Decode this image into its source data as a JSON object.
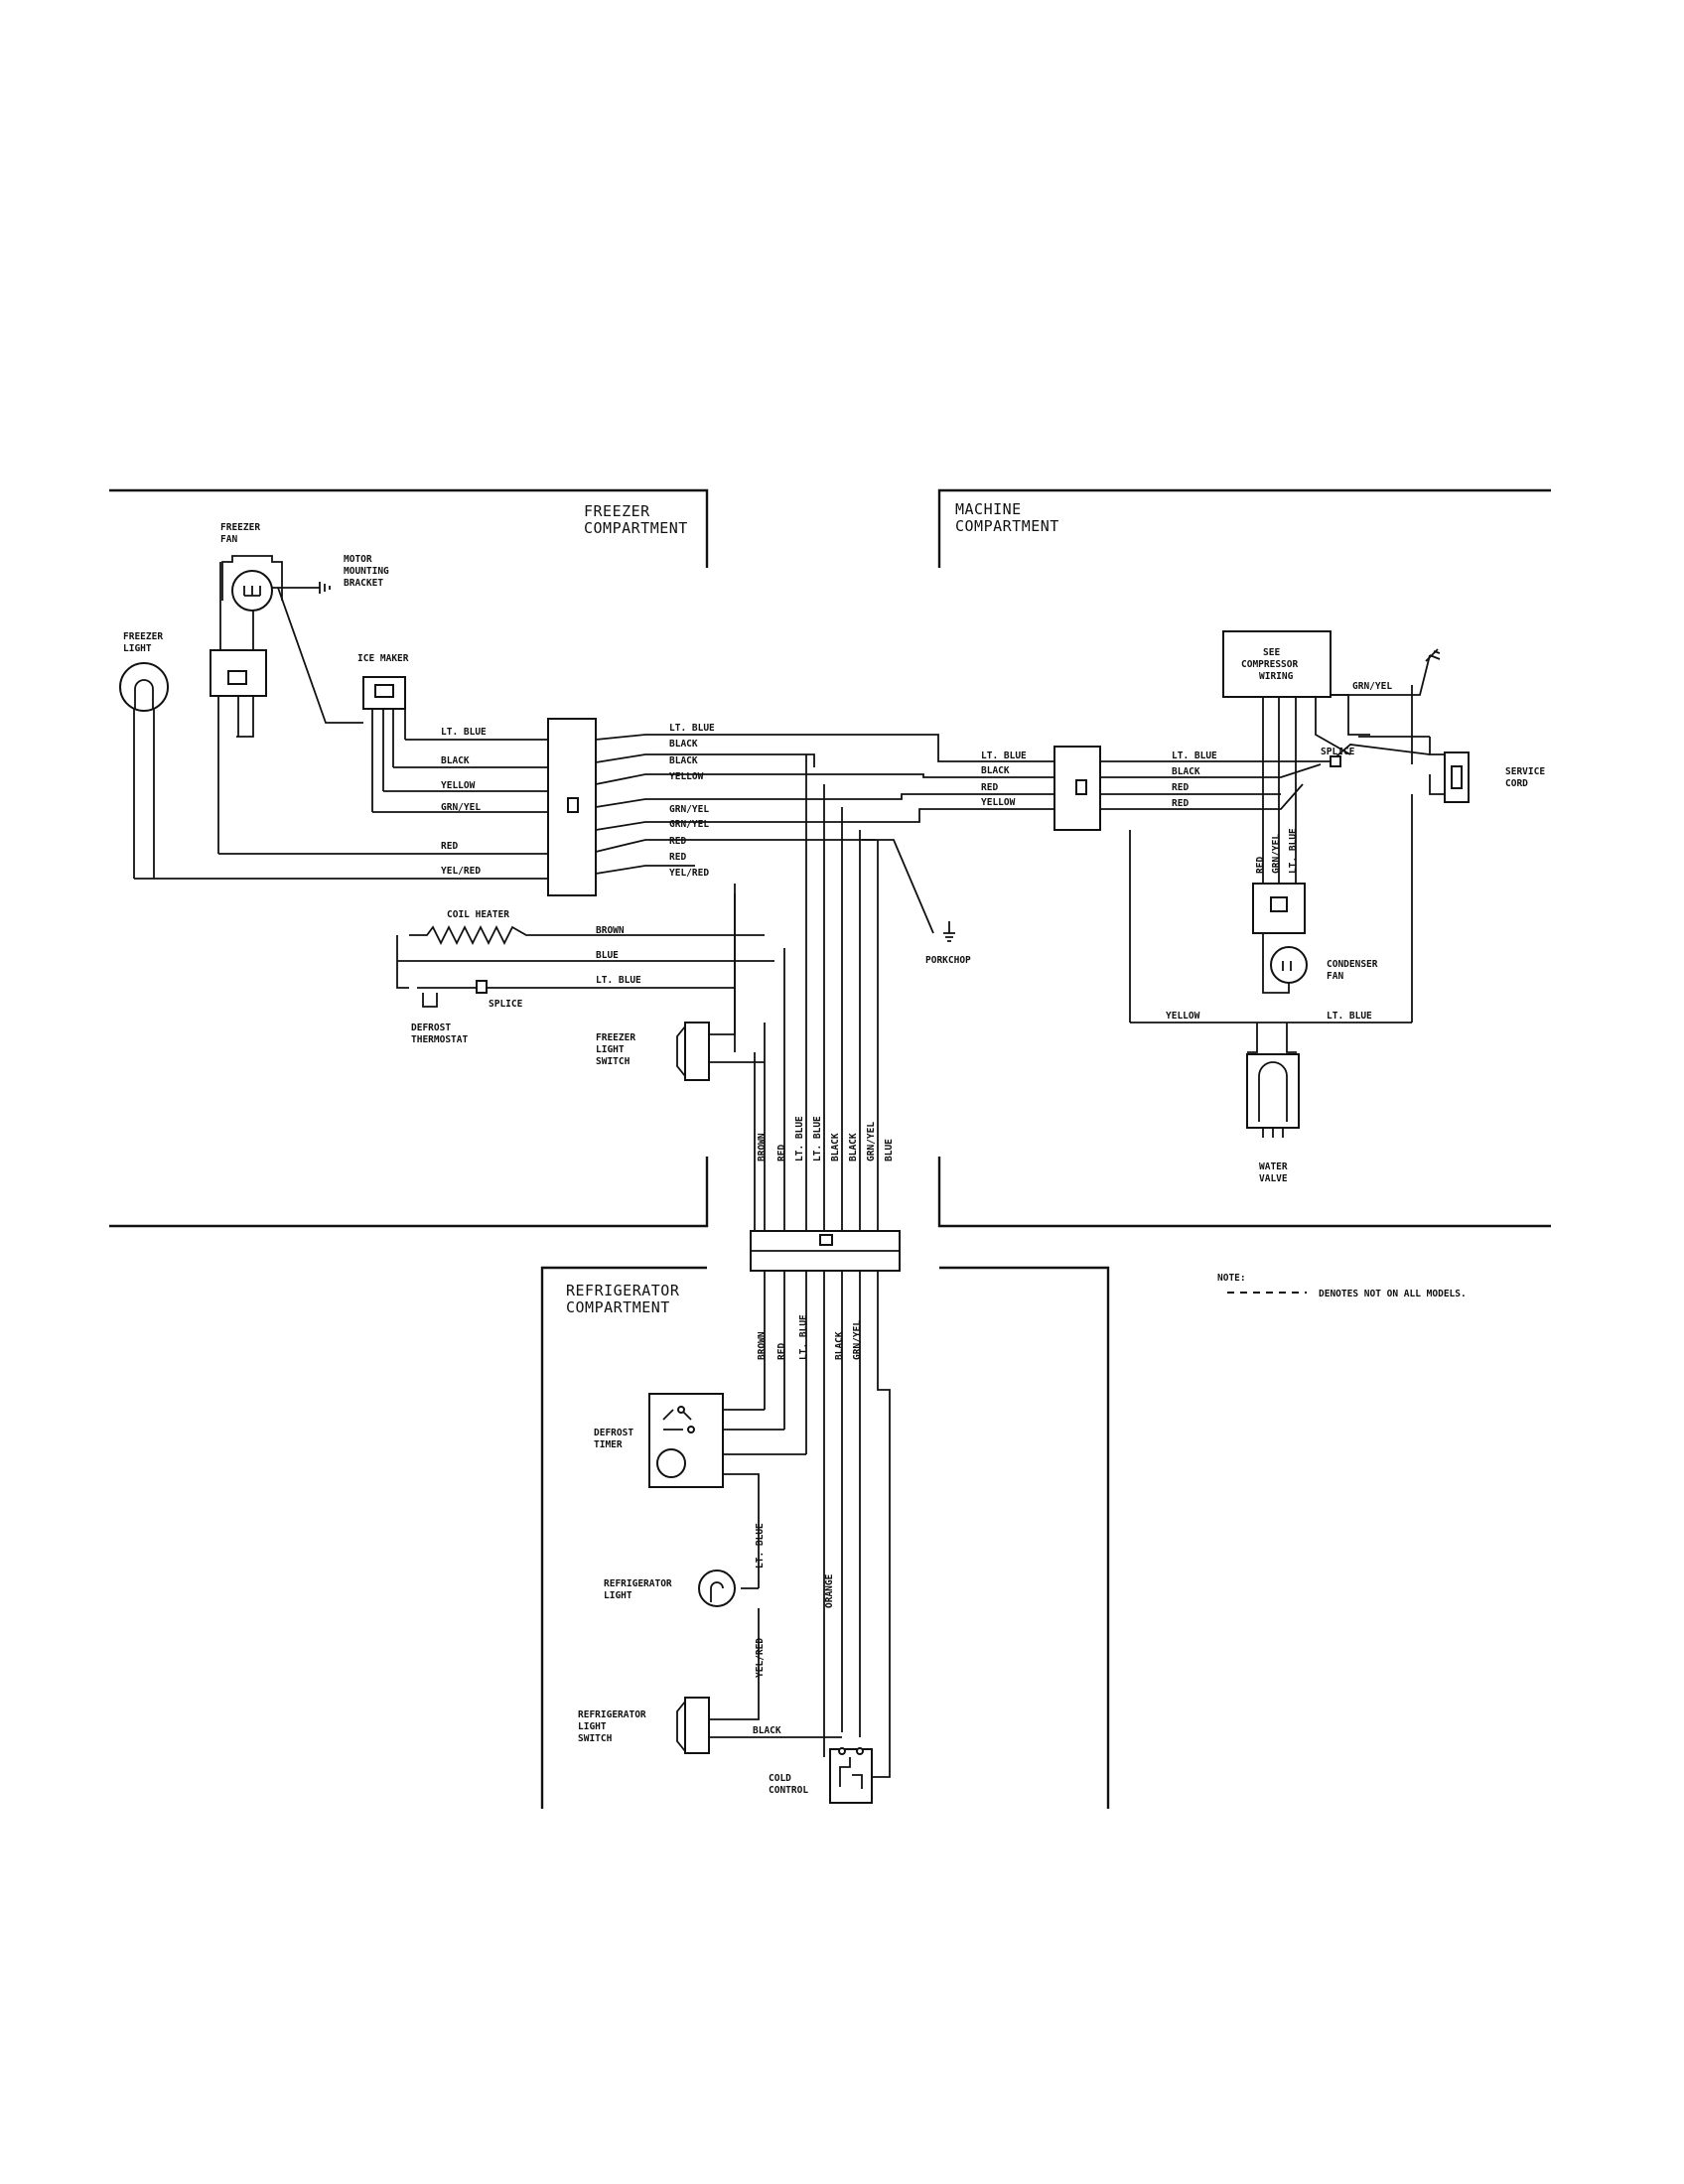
{
  "compartments": {
    "freezer": [
      "FREEZER",
      "COMPARTMENT"
    ],
    "machine": [
      "MACHINE",
      "COMPARTMENT"
    ],
    "refrigerator": [
      "REFRIGERATOR",
      "COMPARTMENT"
    ]
  },
  "components": {
    "freezer_fan": [
      "FREEZER",
      "FAN"
    ],
    "motor_bracket": [
      "MOTOR",
      "MOUNTING",
      "BRACKET"
    ],
    "freezer_light": [
      "FREEZER",
      "LIGHT"
    ],
    "ice_maker": [
      "ICE MAKER"
    ],
    "coil_heater": [
      "COIL HEATER"
    ],
    "splice": "SPLICE",
    "defrost_thermostat": [
      "DEFROST",
      "THERMOSTAT"
    ],
    "freezer_light_switch": [
      "FREEZER",
      "LIGHT",
      "SWITCH"
    ],
    "porkchop": "PORKCHOP",
    "compressor": [
      "SEE",
      "COMPRESSOR",
      "WIRING"
    ],
    "service_cord": [
      "SERVICE",
      "CORD"
    ],
    "condenser_fan": [
      "CONDENSER",
      "FAN"
    ],
    "water_valve": [
      "WATER",
      "VALVE"
    ],
    "defrost_timer": [
      "DEFROST",
      "TIMER"
    ],
    "refrigerator_light": [
      "REFRIGERATOR",
      "LIGHT"
    ],
    "refrigerator_light_switch": [
      "REFRIGERATOR",
      "LIGHT",
      "SWITCH"
    ],
    "cold_control": [
      "COLD",
      "CONTROL"
    ]
  },
  "wires": {
    "lt_blue": "LT. BLUE",
    "black": "BLACK",
    "yellow": "YELLOW",
    "grn_yel": "GRN/YEL",
    "red": "RED",
    "yel_red": "YEL/RED",
    "brown": "BROWN",
    "blue": "BLUE",
    "orange": "ORANGE"
  },
  "note": {
    "label": "NOTE:",
    "text": "DENOTES NOT ON ALL MODELS."
  }
}
